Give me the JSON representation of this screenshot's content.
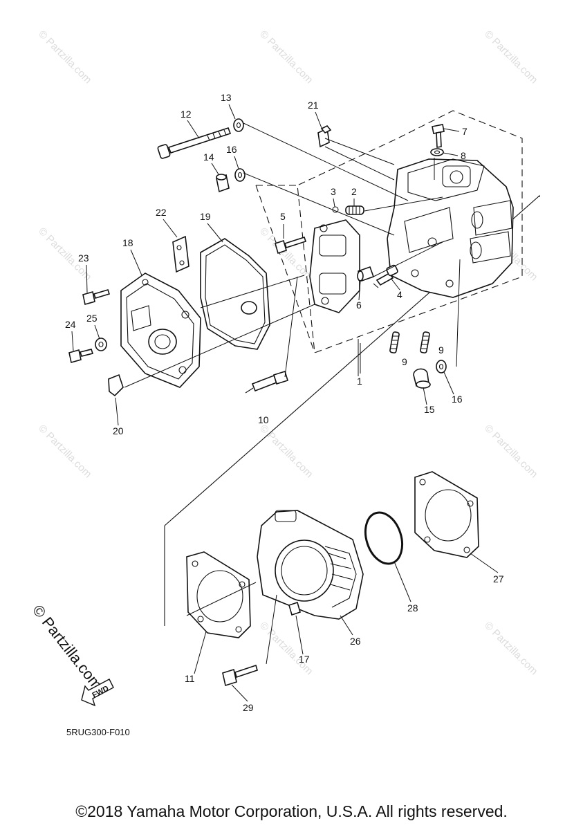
{
  "watermark": "© Partzilla.com",
  "diagram_code": "5RUG300-F010",
  "copyright": "©2018 Yamaha Motor Corporation, U.S.A. All rights reserved.",
  "logo": {
    "text": "© Partzilla.com",
    "arrow_label": "FWD"
  },
  "callouts": {
    "c1": "1",
    "c2": "2",
    "c3": "3",
    "c4": "4",
    "c5": "5",
    "c6": "6",
    "c7": "7",
    "c8": "8",
    "c9a": "9",
    "c9b": "9",
    "c10": "10",
    "c11": "11",
    "c12": "12",
    "c13": "13",
    "c14": "14",
    "c15": "15",
    "c16a": "16",
    "c16b": "16",
    "c17": "17",
    "c18": "18",
    "c19": "19",
    "c20": "20",
    "c21": "21",
    "c22": "22",
    "c23": "23",
    "c24": "24",
    "c25": "25",
    "c26": "26",
    "c27": "27",
    "c28": "28",
    "c29": "29"
  }
}
